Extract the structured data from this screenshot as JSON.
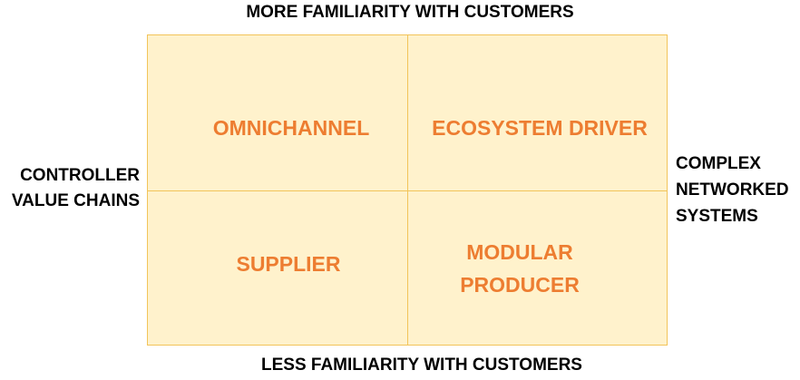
{
  "axes": {
    "top": "MORE FAMILIARITY WITH CUSTOMERS",
    "bottom": "LESS FAMILIARITY WITH CUSTOMERS",
    "left": "CONTROLLER VALUE CHAINS",
    "right": "COMPLEX NETWORKED SYSTEMS"
  },
  "quadrants": {
    "top_left": "OMNICHANNEL",
    "top_right": "ECOSYSTEM DRIVER",
    "bottom_left": "SUPPLIER",
    "bottom_right": "MODULAR PRODUCER"
  },
  "colors": {
    "quadrant_fill": "#fff2cc",
    "quadrant_border": "#f2c45a",
    "quadrant_text": "#ed7d31",
    "axis_text": "#000000"
  }
}
